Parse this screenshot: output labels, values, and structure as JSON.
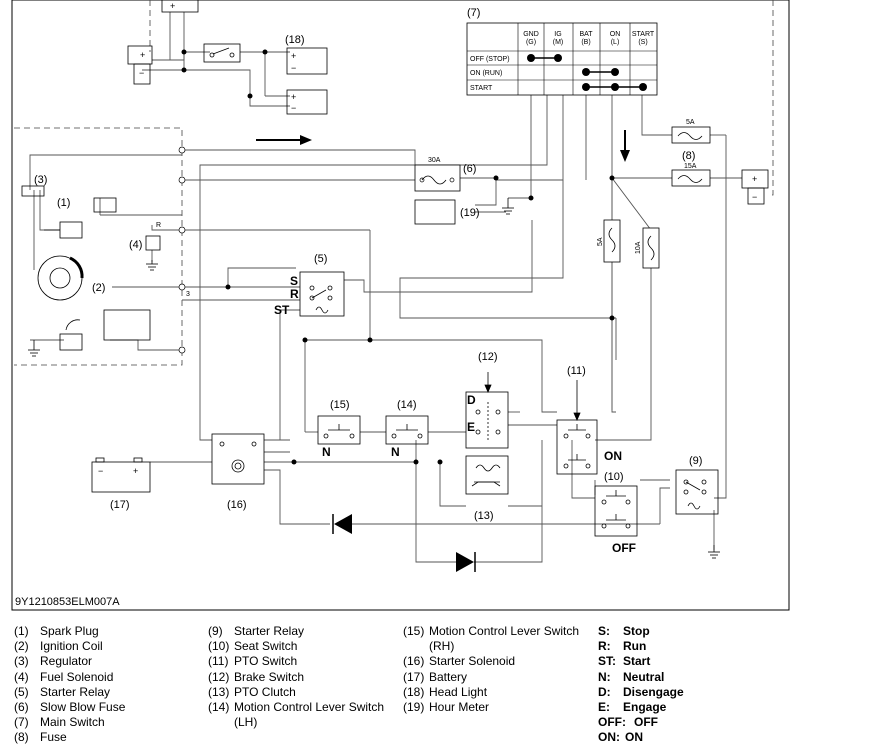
{
  "diagram": {
    "code": "9Y1210853ELM007A",
    "ref_labels": [
      "(1)",
      "(2)",
      "(3)",
      "(4)",
      "(5)",
      "(6)",
      "(7)",
      "(8)",
      "(9)",
      "(10)",
      "(11)",
      "(12)",
      "(13)",
      "(14)",
      "(15)",
      "(16)",
      "(17)",
      "(18)",
      "(19)"
    ],
    "switch_table": {
      "columns": [
        "GND\n(G)",
        "IG\n(M)",
        "BAT\n(B)",
        "ON\n(L)",
        "START\n(S)"
      ],
      "rows": [
        "OFF (STOP)",
        "ON (RUN)",
        "START"
      ]
    },
    "fuse_labels": {
      "slow_blow": "30A",
      "main": "15A",
      "top": "5A",
      "left": "5A",
      "right": "10A"
    },
    "relay5_terminals": {
      "s": "S",
      "r": "R",
      "st": "ST"
    },
    "brake_terminals": {
      "d": "D",
      "e": "E"
    },
    "state_labels": {
      "n15": "N",
      "n14": "N",
      "on": "ON",
      "off": "OFF"
    },
    "misc_labels": {
      "r_wire": "R",
      "terminal_3": "3",
      "plus": "+",
      "minus": "−"
    }
  },
  "legend": {
    "col1": [
      {
        "num": "(1)",
        "label": "Spark Plug"
      },
      {
        "num": "(2)",
        "label": "Ignition Coil"
      },
      {
        "num": "(3)",
        "label": "Regulator"
      },
      {
        "num": "(4)",
        "label": "Fuel Solenoid"
      },
      {
        "num": "(5)",
        "label": "Starter Relay"
      },
      {
        "num": "(6)",
        "label": "Slow Blow Fuse"
      },
      {
        "num": "(7)",
        "label": "Main Switch"
      },
      {
        "num": "(8)",
        "label": "Fuse"
      }
    ],
    "col2": [
      {
        "num": "(9)",
        "label": "Starter Relay"
      },
      {
        "num": "(10)",
        "label": "Seat Switch"
      },
      {
        "num": "(11)",
        "label": "PTO Switch"
      },
      {
        "num": "(12)",
        "label": "Brake Switch"
      },
      {
        "num": "(13)",
        "label": "PTO Clutch"
      },
      {
        "num": "(14)",
        "label": "Motion Control Lever Switch",
        "cont": "(LH)"
      }
    ],
    "col3": [
      {
        "num": "(15)",
        "label": "Motion Control Lever Switch",
        "cont": "(RH)"
      },
      {
        "num": "(16)",
        "label": "Starter Solenoid"
      },
      {
        "num": "(17)",
        "label": "Battery"
      },
      {
        "num": "(18)",
        "label": "Head Light"
      },
      {
        "num": "(19)",
        "label": "Hour Meter"
      }
    ],
    "abbreviations": [
      {
        "key": "S:",
        "value": "Stop"
      },
      {
        "key": "R:",
        "value": "Run"
      },
      {
        "key": "ST:",
        "value": "Start"
      },
      {
        "key": "N:",
        "value": "Neutral"
      },
      {
        "key": "D:",
        "value": "Disengage"
      },
      {
        "key": "E:",
        "value": "Engage"
      },
      {
        "key": "OFF:",
        "value": "OFF"
      },
      {
        "key": "ON:",
        "value": "ON"
      }
    ]
  }
}
